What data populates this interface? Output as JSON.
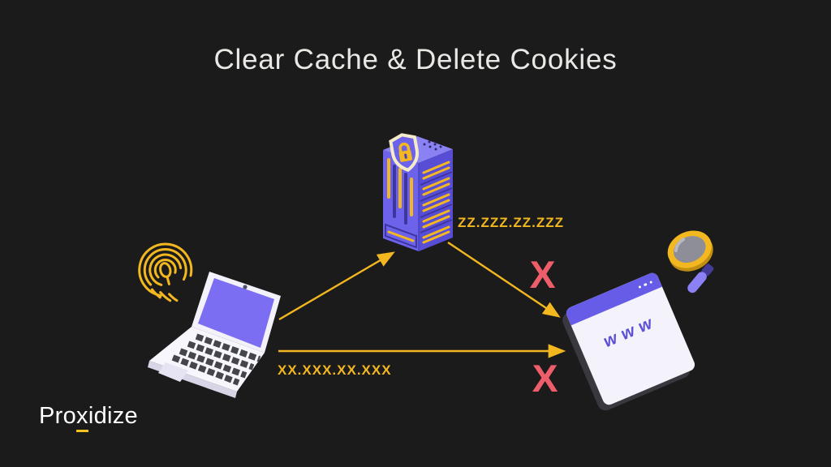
{
  "title": "Clear Cache & Delete Cookies",
  "logo": {
    "pre": "Pro",
    "accent": "x",
    "post": "idize"
  },
  "diagram": {
    "server_ip_label": "zz.zzz.zz.zzz",
    "device_ip_label": "xx.xxx.xx.xxx",
    "browser_label": "www",
    "block_mark": "X",
    "nodes": [
      "fingerprint",
      "laptop",
      "proxy-server",
      "website-window",
      "magnifier"
    ],
    "connections": [
      {
        "from": "laptop",
        "to": "proxy-server",
        "blocked": false
      },
      {
        "from": "proxy-server",
        "to": "website-window",
        "blocked": true
      },
      {
        "from": "laptop",
        "to": "website-window",
        "blocked": true
      }
    ]
  },
  "colors": {
    "background": "#1b1b1b",
    "accent_yellow": "#f3b71f",
    "purple": "#6c63ea",
    "block_red": "#ee5e6a",
    "title_text": "#eae8e5",
    "logo_underline": "#f2c41d"
  }
}
